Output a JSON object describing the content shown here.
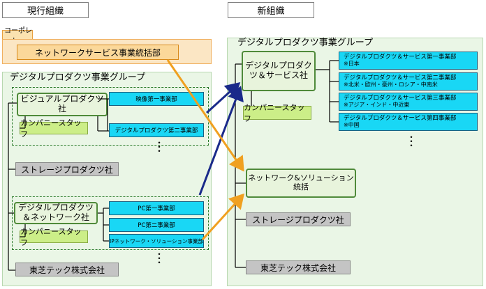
{
  "header": {
    "current": "現行組織",
    "new": "新組織"
  },
  "current": {
    "corporate_tag": "コーポレート",
    "network_services": "ネットワークサービス事業統括部",
    "group_title": "デジタルプロダクツ事業グループ",
    "visual": {
      "name": "ビジュアルプロダクツ社",
      "staff": "カンパニースタッフ",
      "divisions": [
        "映像第一事業部",
        "デジタルプロダクツ第二事業部"
      ]
    },
    "storage": "ストレージプロダクツ社",
    "digital_network": {
      "name": "デジタルプロダクツ＆ネットワーク社",
      "staff": "カンパニースタッフ",
      "divisions": [
        "PC第一事業部",
        "PC第二事業部",
        "IPネットワーク・ソリューション事業部"
      ]
    },
    "toshiba_tec": "東芝テック株式会社"
  },
  "new": {
    "group_title": "デジタルプロダクツ事業グループ",
    "dps": {
      "name": "デジタルプロダクツ＆サービス社",
      "staff": "カンパニースタッフ",
      "divisions": [
        {
          "name": "デジタルプロダクツ＆サービス第一事業部",
          "note": "※日本"
        },
        {
          "name": "デジタルプロダクツ＆サービス第二事業部",
          "note": "※北米・欧州・豪州・ロシア・中南米"
        },
        {
          "name": "デジタルプロダクツ＆サービス第三事業部",
          "note": "※アジア・インド・中近東"
        },
        {
          "name": "デジタルプロダクツ＆サービス第四事業部",
          "note": "※中国"
        }
      ]
    },
    "network_solution": "ネットワーク&ソリューション統括",
    "storage": "ストレージプロダクツ社",
    "toshiba_tec": "東芝テック株式会社"
  },
  "colors": {
    "orange_arrow": "#f0a020",
    "navy_arrow": "#1a2a8a",
    "cyan": "#19d7f5",
    "company_border": "#4f8a3a"
  }
}
